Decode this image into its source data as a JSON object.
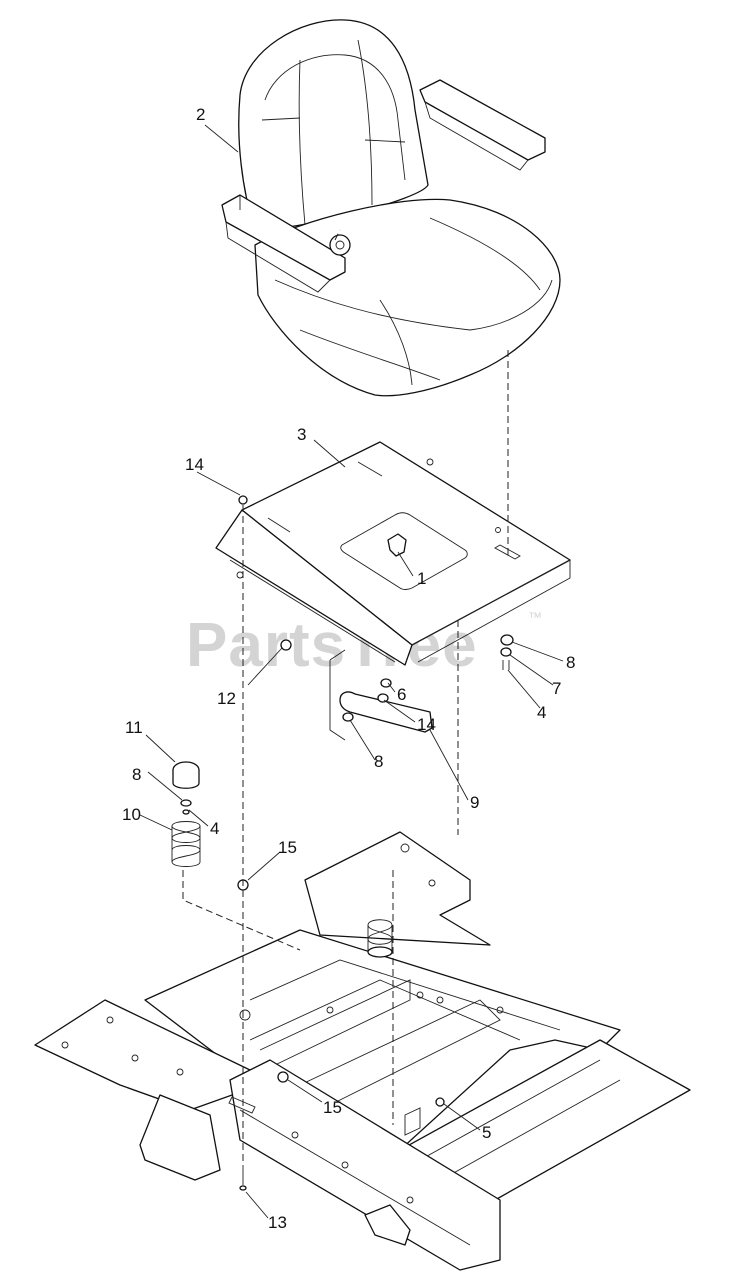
{
  "watermark": {
    "text": "PartsTree",
    "trademark": "™"
  },
  "callouts": [
    {
      "id": "seat",
      "label": "2"
    },
    {
      "id": "seat-plate",
      "label": "3"
    },
    {
      "id": "latch",
      "label": "1"
    },
    {
      "id": "nut-top",
      "label": "14"
    },
    {
      "id": "washer-right",
      "label": "8"
    },
    {
      "id": "clip-right",
      "label": "7"
    },
    {
      "id": "pin-right",
      "label": "4"
    },
    {
      "id": "pin-mid",
      "label": "6"
    },
    {
      "id": "nut-mid",
      "label": "14"
    },
    {
      "id": "bolt-left",
      "label": "12"
    },
    {
      "id": "washer-bracket",
      "label": "8"
    },
    {
      "id": "bracket",
      "label": "9"
    },
    {
      "id": "cap",
      "label": "11"
    },
    {
      "id": "washer-left",
      "label": "8"
    },
    {
      "id": "pin-left",
      "label": "4"
    },
    {
      "id": "spring",
      "label": "10"
    },
    {
      "id": "nut-frame-top",
      "label": "15"
    },
    {
      "id": "nut-frame-bottom",
      "label": "15"
    },
    {
      "id": "pin-frame",
      "label": "5"
    },
    {
      "id": "bolt-bottom",
      "label": "13"
    }
  ]
}
